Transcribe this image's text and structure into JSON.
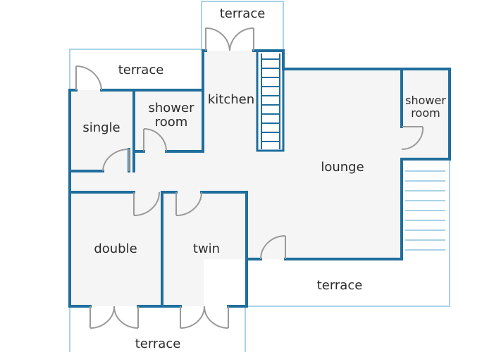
{
  "colors": {
    "wall": "#1f6e9c",
    "terrace_outline": "#a9d3e6",
    "floor": "#f5f5f5",
    "door": "#9a9a9a",
    "text": "#2b2b2b"
  },
  "rooms": {
    "terrace_top": "terrace",
    "terrace_left": "terrace",
    "kitchen": "kitchen",
    "shower_room_1_line1": "shower",
    "shower_room_1_line2": "room",
    "shower_room_2_line1": "shower",
    "shower_room_2_line2": "room",
    "single": "single",
    "lounge": "lounge",
    "double": "double",
    "twin": "twin",
    "terrace_right": "terrace",
    "terrace_bottom": "terrace"
  }
}
